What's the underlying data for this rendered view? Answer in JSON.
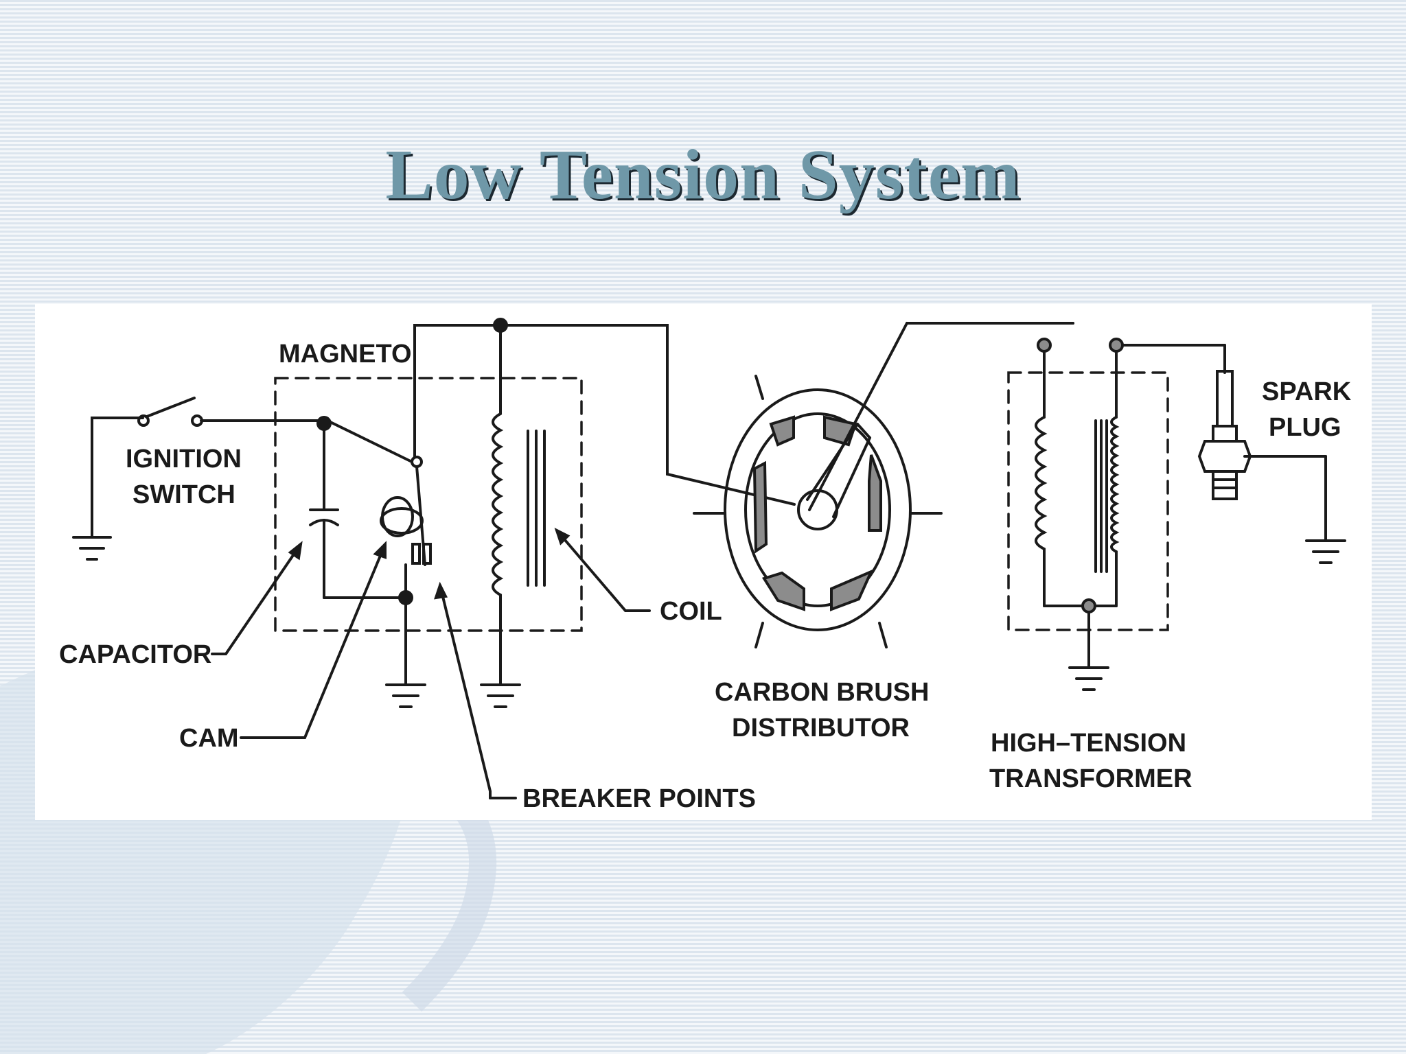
{
  "slide": {
    "title": "Low Tension System"
  },
  "diagram": {
    "labels": {
      "magneto": "MAGNETO",
      "ignition_switch_line1": "IGNITION",
      "ignition_switch_line2": "SWITCH",
      "capacitor": "CAPACITOR",
      "cam": "CAM",
      "breaker_points": "BREAKER POINTS",
      "coil": "COIL",
      "carbon_brush_line1": "CARBON BRUSH",
      "carbon_brush_line2": "DISTRIBUTOR",
      "transformer_line1": "HIGH–TENSION",
      "transformer_line2": "TRANSFORMER",
      "spark_plug_line1": "SPARK",
      "spark_plug_line2": "PLUG"
    }
  },
  "colors": {
    "background": "#e6edf4",
    "title": "#6f98a8",
    "title_shadow": "#1c2830",
    "line": "#1a1a1a",
    "segment_fill": "#8c8c8c"
  }
}
